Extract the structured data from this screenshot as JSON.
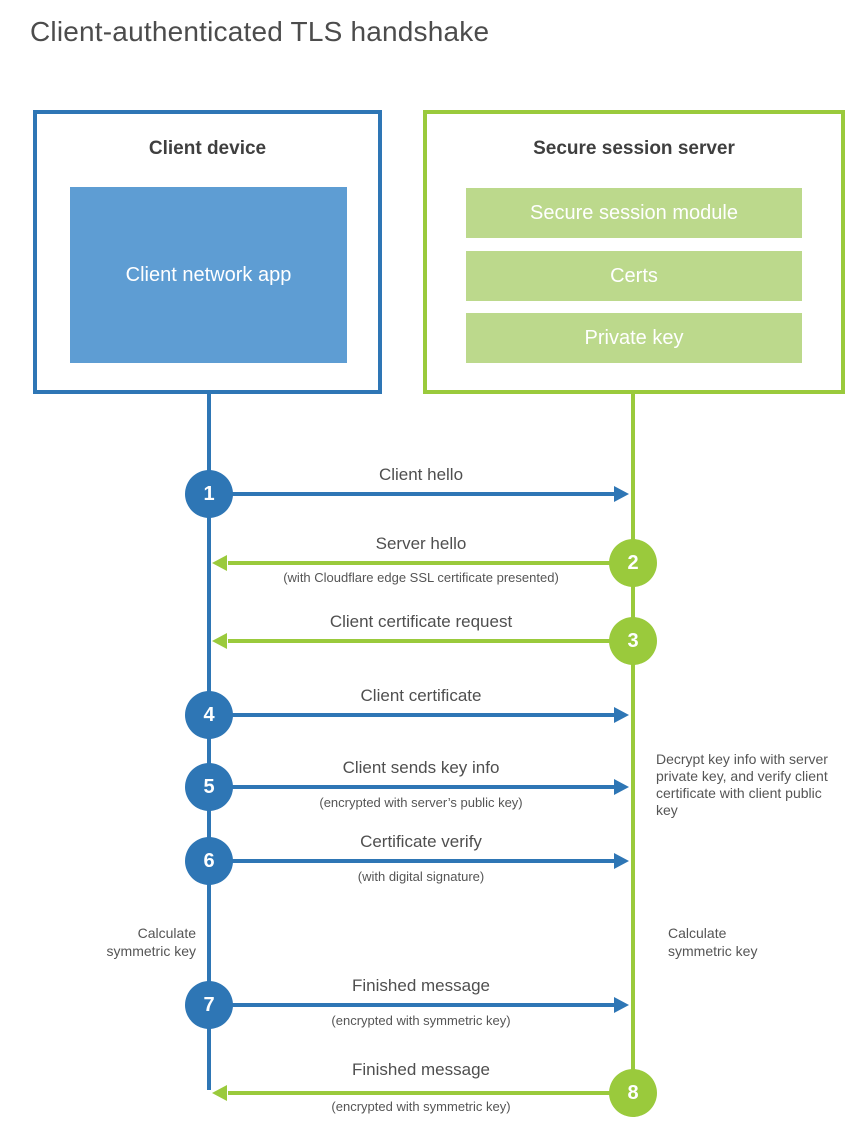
{
  "title": "Client-authenticated TLS handshake",
  "client_box": {
    "title": "Client device",
    "app_label": "Client network app"
  },
  "server_box": {
    "title": "Secure session server",
    "modules": [
      "Secure session module",
      "Certs",
      "Private key"
    ]
  },
  "steps": [
    {
      "num": "1",
      "direction": "client-to-server",
      "label": "Client hello",
      "sub": ""
    },
    {
      "num": "2",
      "direction": "server-to-client",
      "label": "Server hello",
      "sub": "(with Cloudflare edge SSL certificate presented)"
    },
    {
      "num": "3",
      "direction": "server-to-client",
      "label": "Client certificate request",
      "sub": ""
    },
    {
      "num": "4",
      "direction": "client-to-server",
      "label": "Client certificate",
      "sub": ""
    },
    {
      "num": "5",
      "direction": "client-to-server",
      "label": "Client sends key info",
      "sub": "(encrypted with server’s public key)"
    },
    {
      "num": "6",
      "direction": "client-to-server",
      "label": "Certificate verify",
      "sub": "(with digital signature)"
    },
    {
      "num": "7",
      "direction": "client-to-server",
      "label": "Finished message",
      "sub": "(encrypted with symmetric key)"
    },
    {
      "num": "8",
      "direction": "server-to-client",
      "label": "Finished message",
      "sub": "(encrypted with symmetric key)"
    }
  ],
  "notes": {
    "decrypt_note": "Decrypt key info with server private key, and verify client certificate with client public key",
    "calc_left": "Calculate\nsymmetric key",
    "calc_right": "Calculate\nsymmetric key"
  },
  "colors": {
    "blue_stroke": "#2e76b5",
    "blue_fill": "#5e9dd3",
    "green_stroke": "#9aca3c",
    "green_fill": "#bcd98c",
    "heading_text": "#3f3f3f",
    "label_text": "#555555"
  }
}
